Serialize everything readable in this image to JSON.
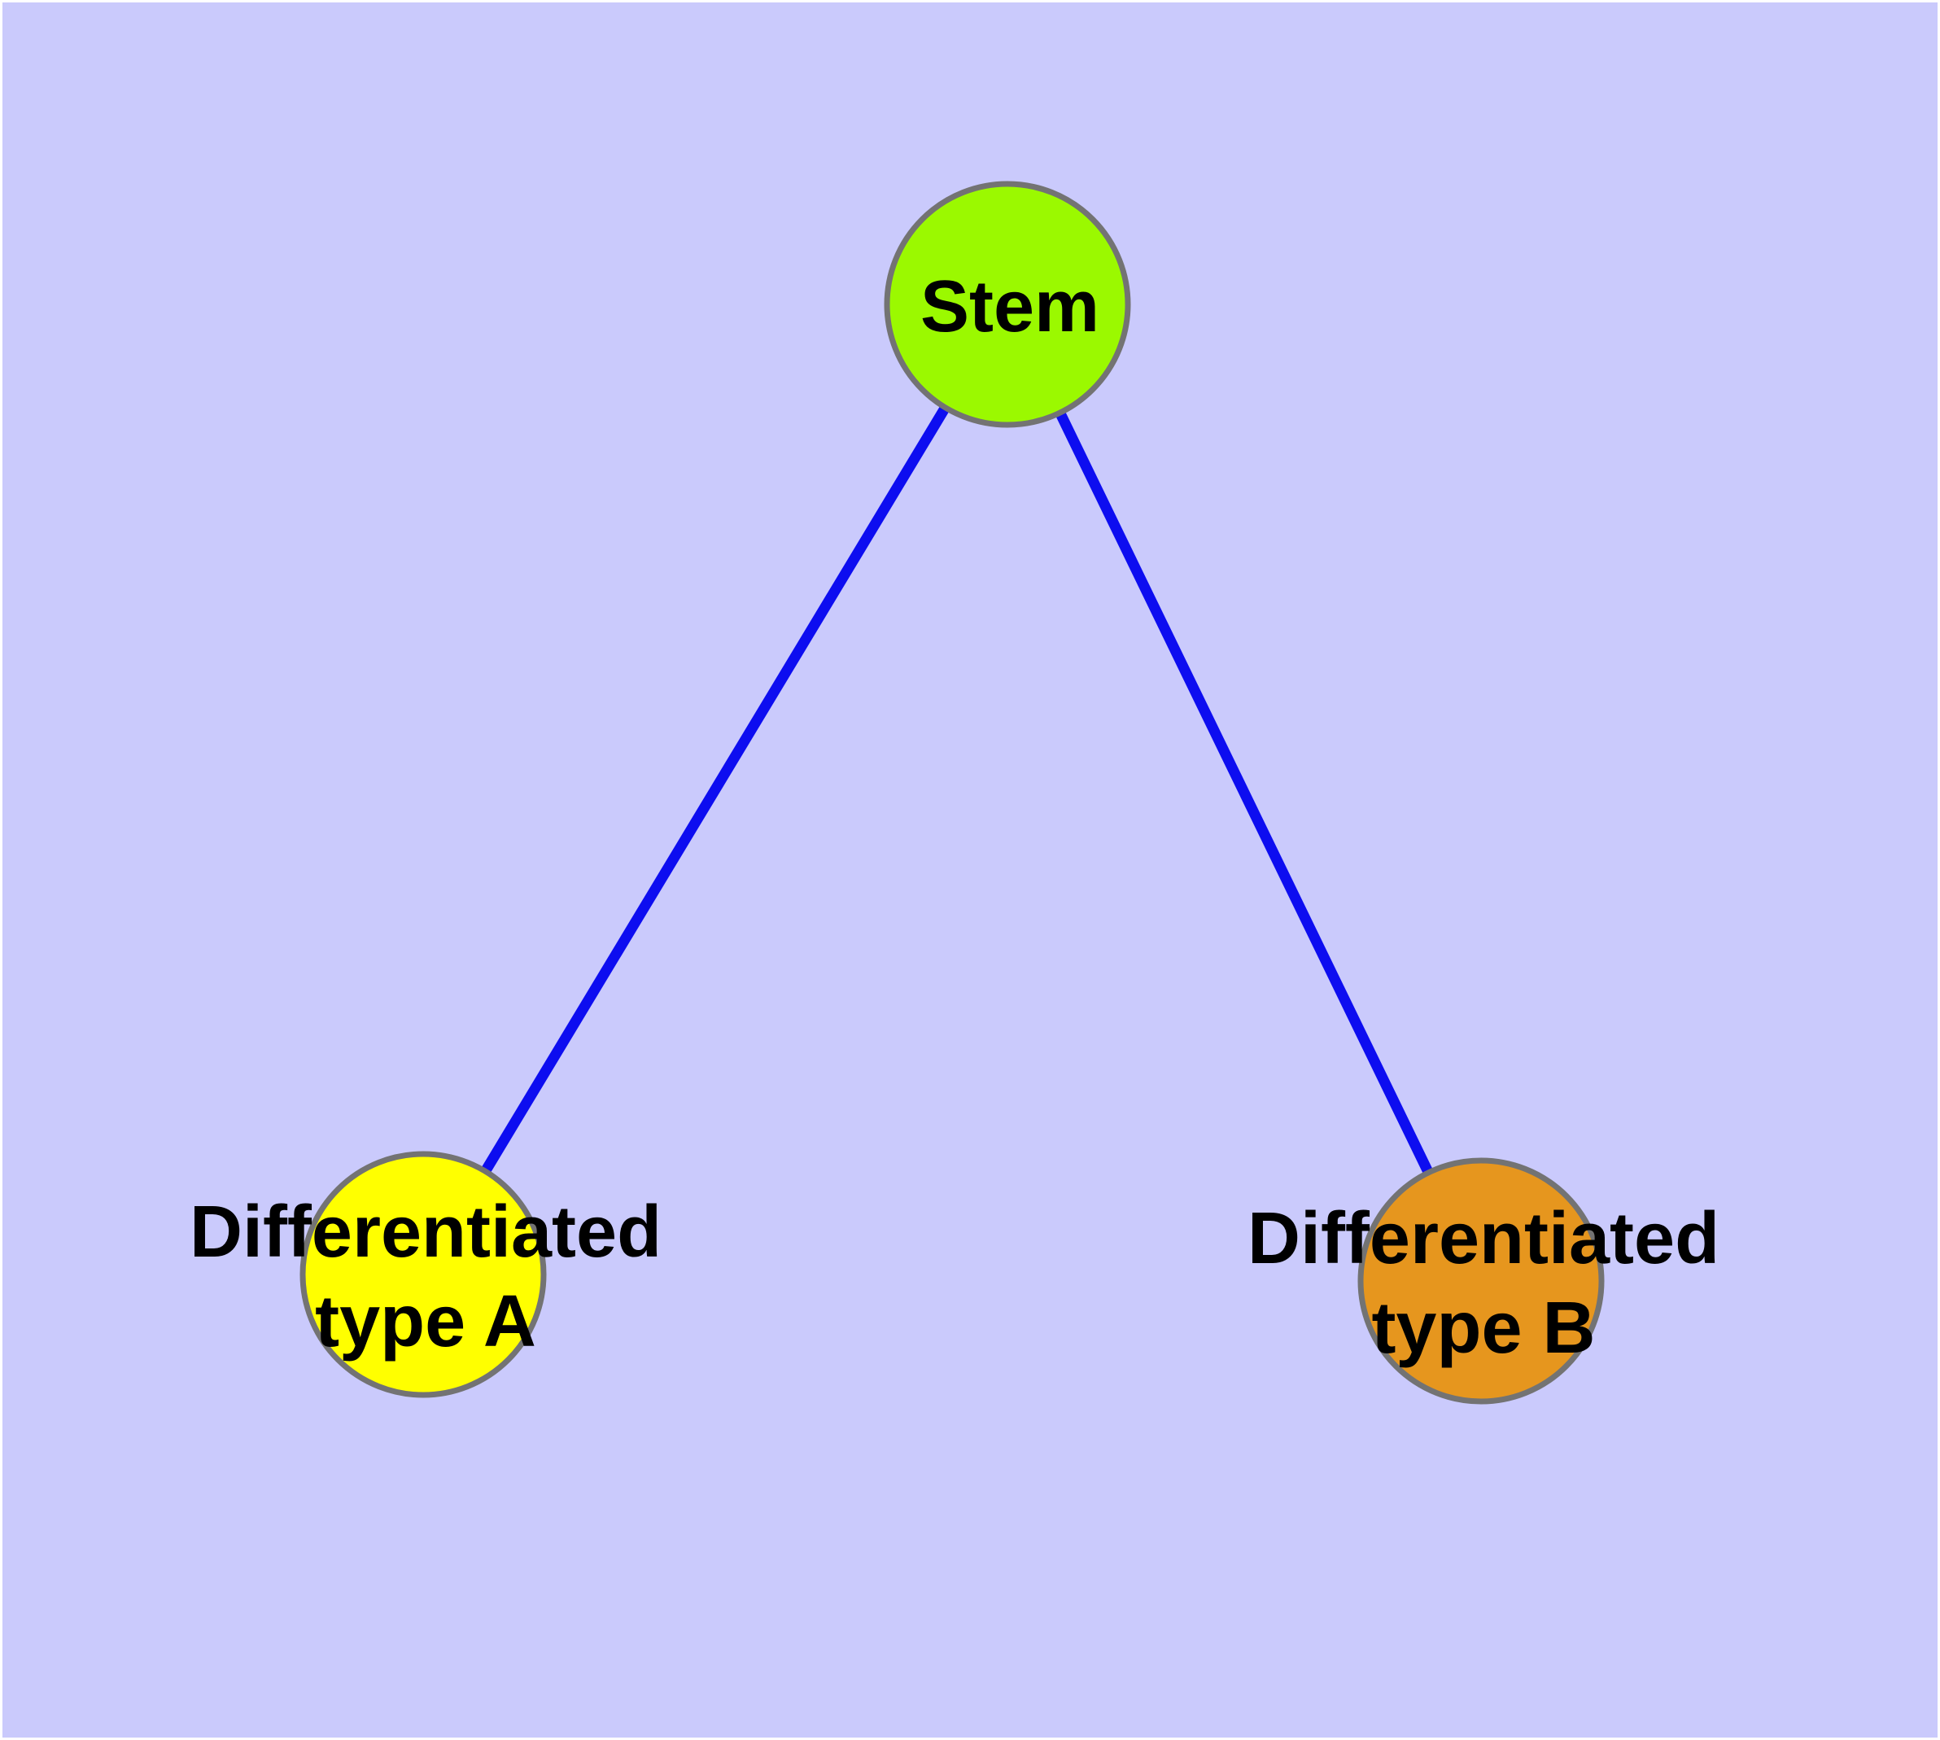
{
  "diagram": {
    "type": "graph",
    "description": "Stem cell differentiation graph: one stem node connected to two differentiated cell-type nodes",
    "background_color": "#CACAFC",
    "frame_color": "#FFFFFF",
    "edge_color": "#0D0DF0",
    "node_border_color": "#737373",
    "label_color": "#000000",
    "nodes": [
      {
        "id": "stem",
        "label": "Stem",
        "fill": "#9BF900"
      },
      {
        "id": "diff_a",
        "label": "Differentiated\ntype A",
        "fill": "#FFFF00"
      },
      {
        "id": "diff_b",
        "label": "Differentiated\ntype B",
        "fill": "#E6961E"
      }
    ],
    "edges": [
      {
        "from": "Stem",
        "to": "Differentiated type A"
      },
      {
        "from": "Stem",
        "to": "Differentiated type B"
      }
    ]
  }
}
